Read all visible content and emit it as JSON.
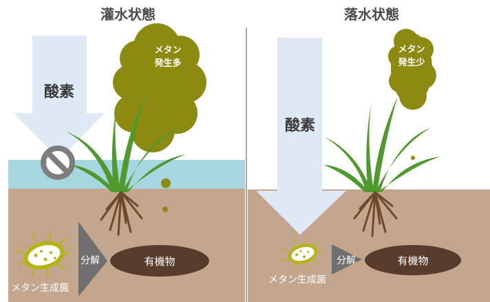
{
  "left_panel": {
    "title": "灌水状態",
    "arrow_label": "酸素",
    "methane_label_line1": "メタン",
    "methane_label_line2": "発生多",
    "bacteria_label": "メタン生成菌",
    "process_label": "分解",
    "organic_label": "有機物"
  },
  "right_panel": {
    "title": "落水状態",
    "arrow_label": "酸素",
    "methane_label_line1": "メタン",
    "methane_label_line2": "発生少",
    "bacteria_label": "メタン生成菌",
    "process_label": "分解",
    "organic_label": "有機物"
  },
  "colors": {
    "soil": "#c4a68f",
    "water": "#a6d7e1",
    "oxygen_arrow": "#dfe8f4",
    "methane": "#8c8a10",
    "plant": "#4f9a2f",
    "roots": "#6a4a2a",
    "organic": "#573c2c",
    "bacteria": "#b5b416",
    "grey_arrow": "#6f6f6f",
    "prohibit": "#7d7d7d"
  }
}
